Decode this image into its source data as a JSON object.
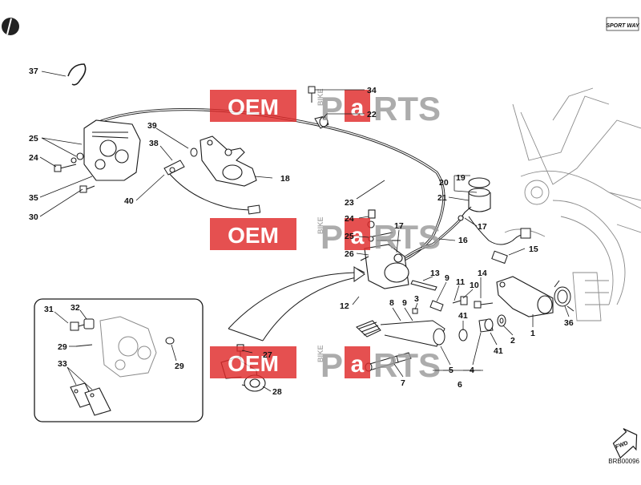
{
  "diagram": {
    "code": "BRB00096",
    "corner_logo": "SPORT WAY",
    "fwd_label": "FWD",
    "watermark": {
      "oem": "OEM",
      "bike": "BIKE",
      "p": "P",
      "a": "a",
      "rts": "RTS"
    },
    "callouts": [
      "37",
      "34",
      "22",
      "25",
      "24",
      "39",
      "38",
      "40",
      "35",
      "30",
      "18",
      "23",
      "24",
      "25",
      "26",
      "17",
      "16",
      "19",
      "20",
      "21",
      "17",
      "15",
      "13",
      "9",
      "11",
      "14",
      "10",
      "12",
      "3",
      "8",
      "9",
      "41",
      "36",
      "2",
      "1",
      "41",
      "27",
      "5",
      "4",
      "6",
      "7",
      "28",
      "31",
      "32",
      "29",
      "29",
      "33"
    ]
  },
  "colors": {
    "watermark_red": "#e02a2a",
    "watermark_gray": "#9a9a9a",
    "line": "#1a1a1a"
  }
}
